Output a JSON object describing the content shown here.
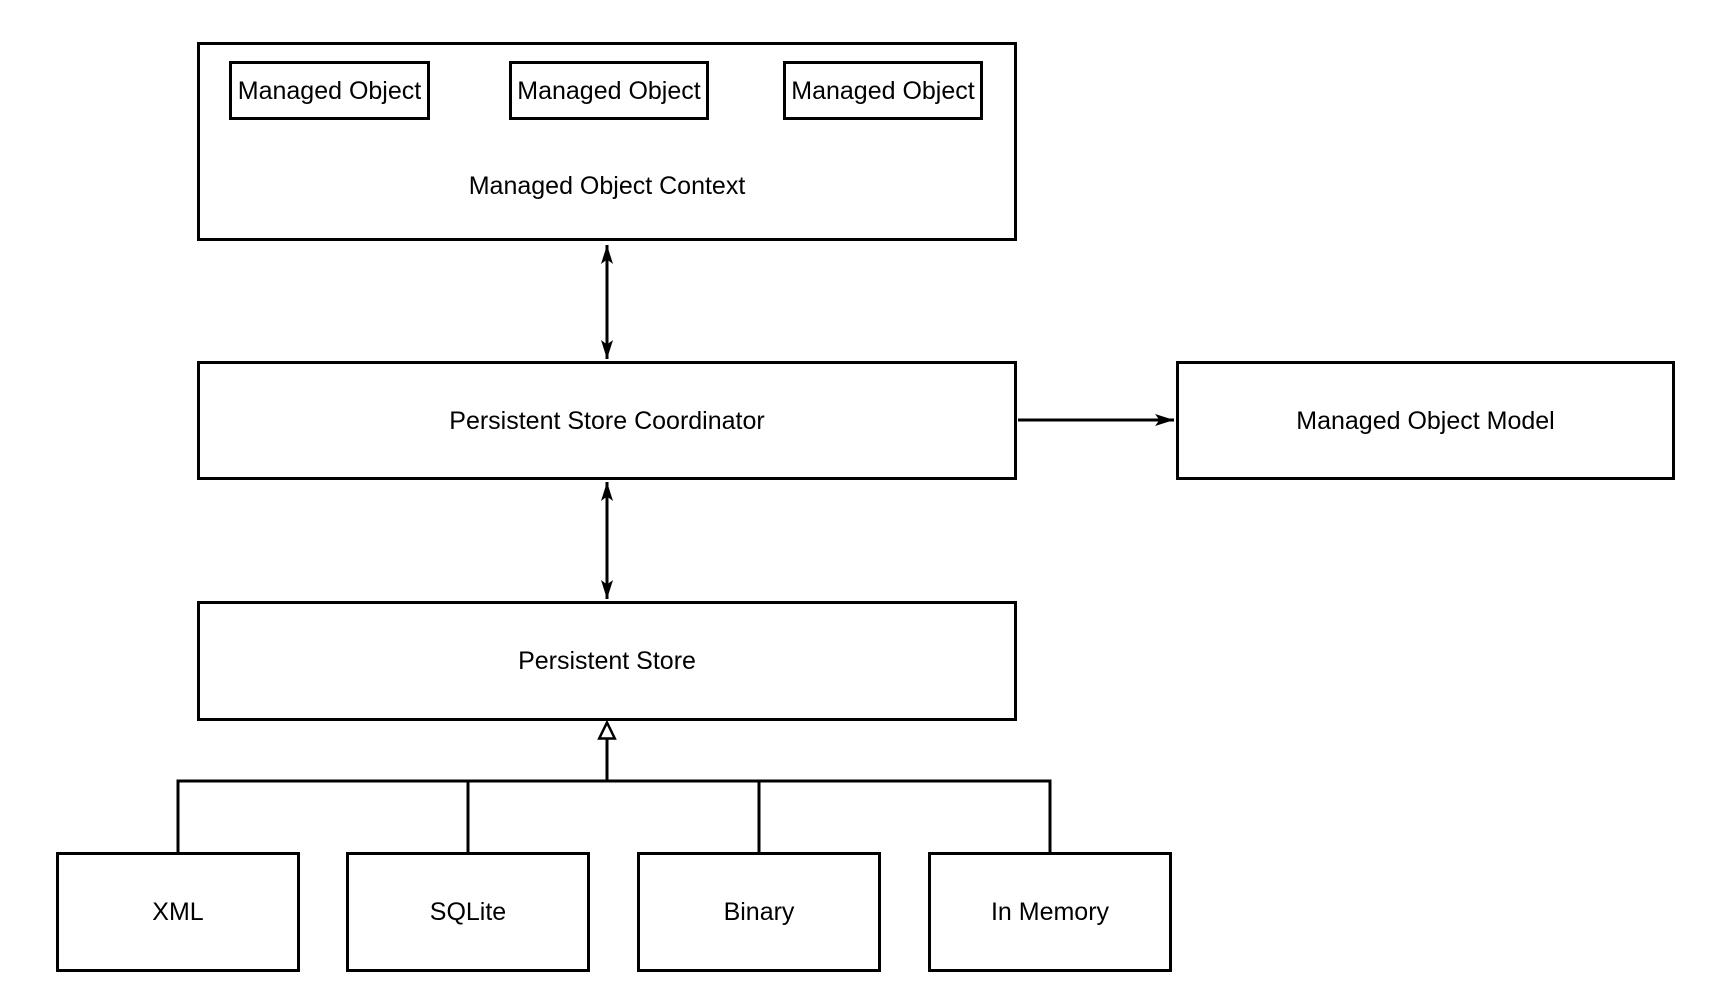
{
  "diagram": {
    "type": "block-diagram",
    "colors": {
      "background": "#ffffff",
      "stroke": "#000000",
      "node_fill": "#ffffff",
      "text": "#000000"
    },
    "nodes": {
      "managed_object_1": {
        "label": "Managed Object"
      },
      "managed_object_2": {
        "label": "Managed Object"
      },
      "managed_object_3": {
        "label": "Managed Object"
      },
      "managed_object_context": {
        "label": "Managed Object Context"
      },
      "persistent_store_coordinator": {
        "label": "Persistent Store Coordinator"
      },
      "managed_object_model": {
        "label": "Managed Object Model"
      },
      "persistent_store": {
        "label": "Persistent Store"
      },
      "xml_store": {
        "label": "XML"
      },
      "sqlite_store": {
        "label": "SQLite"
      },
      "binary_store": {
        "label": "Binary"
      },
      "in_memory_store": {
        "label": "In Memory"
      }
    },
    "edges": [
      {
        "from": "managed_object_context",
        "to": "persistent_store_coordinator",
        "style": "double-arrow"
      },
      {
        "from": "persistent_store_coordinator",
        "to": "persistent_store",
        "style": "double-arrow"
      },
      {
        "from": "persistent_store_coordinator",
        "to": "managed_object_model",
        "style": "arrow"
      },
      {
        "from": "xml_store",
        "to": "persistent_store",
        "style": "inheritance"
      },
      {
        "from": "sqlite_store",
        "to": "persistent_store",
        "style": "inheritance"
      },
      {
        "from": "binary_store",
        "to": "persistent_store",
        "style": "inheritance"
      },
      {
        "from": "in_memory_store",
        "to": "persistent_store",
        "style": "inheritance"
      }
    ]
  }
}
